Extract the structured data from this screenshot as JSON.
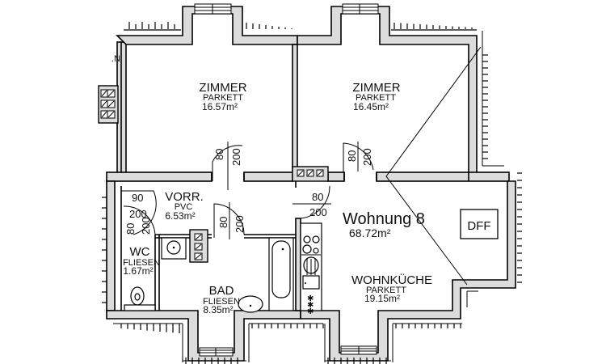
{
  "plan": {
    "apartment": {
      "name": "Wohnung 8",
      "area": "68.72m²"
    },
    "rooms": [
      {
        "id": "zimmer-1",
        "name": "ZIMMER",
        "floor": "PARKETT",
        "area": "16.57m²"
      },
      {
        "id": "zimmer-2",
        "name": "ZIMMER",
        "floor": "PARKETT",
        "area": "16.45m²"
      },
      {
        "id": "vorraum",
        "name": "VORR.",
        "floor": "PVC",
        "area": "6.53m²"
      },
      {
        "id": "wc",
        "name": "WC",
        "floor": "FLIESEN",
        "area": "1.67m²"
      },
      {
        "id": "bad",
        "name": "BAD",
        "floor": "FLIESEN",
        "area": "8.35m²"
      },
      {
        "id": "wohnkueche",
        "name": "WOHNKÜCHE",
        "floor": "PARKETT",
        "area": "19.15m²"
      }
    ],
    "doors": [
      {
        "id": "door-zimmer-1",
        "width": "80",
        "height": "200"
      },
      {
        "id": "door-zimmer-2",
        "width": "80",
        "height": "200"
      },
      {
        "id": "door-entrance",
        "width": "90",
        "height": "200"
      },
      {
        "id": "door-wc",
        "width": "80",
        "height": "200"
      },
      {
        "id": "door-bad",
        "width": "80",
        "height": "200"
      },
      {
        "id": "door-kitchen",
        "width": "80",
        "height": "200"
      }
    ],
    "skylight_label": "DFF",
    "north_marker": ".N",
    "colors": {
      "wall_fill": "#dcdcdc",
      "line": "#000000",
      "background": "#ffffff"
    }
  }
}
